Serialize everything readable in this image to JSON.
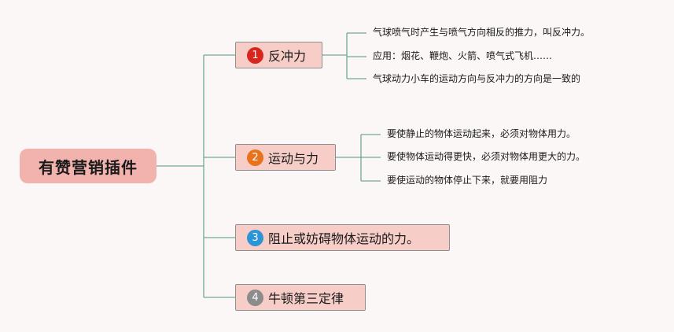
{
  "root": {
    "label": "有赞营销插件"
  },
  "branches": [
    {
      "number": "1",
      "label": "反冲力",
      "badge_color": "#d7261e",
      "children": [
        "气球喷气时产生与喷气方向相反的推力，叫反冲力。",
        "应用：烟花、鞭炮、火箭、喷气式飞机……",
        "气球动力小车的运动方向与反冲力的方向是一致的"
      ]
    },
    {
      "number": "2",
      "label": "运动与力",
      "badge_color": "#e8731a",
      "children": [
        "要使静止的物体运动起来，必须对物体用力。",
        "要使物体运动得更快，必须对物体用更大的力。",
        "要使运动的物体停止下来，就要用阻力"
      ]
    },
    {
      "number": "3",
      "label": "阻止或妨碍物体运动的力。",
      "badge_color": "#2b95d6",
      "children": []
    },
    {
      "number": "4",
      "label": "牛顿第三定律",
      "badge_color": "#8c8c8c",
      "children": []
    }
  ],
  "colors": {
    "background": "#fbf7f6",
    "connector": "#6fa89a",
    "root_fill": "#f2b2ad",
    "branch_fill": "#f6cdc7"
  }
}
